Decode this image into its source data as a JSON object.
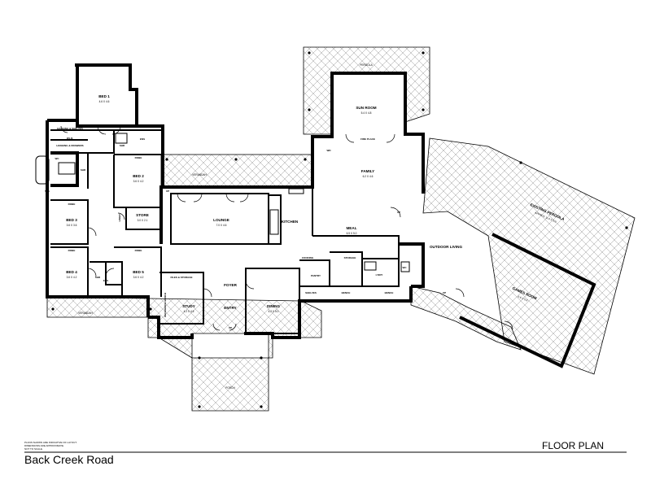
{
  "title_block": {
    "floor_plan": "FLOOR PLAN",
    "address": "Back Creek Road",
    "notes": [
      "PLANS SHOWN ARE INDICATIVE OF LAYOUT.",
      "DIMENSIONS ARE APPROXIMATE.",
      "NOT TO SCALE."
    ]
  },
  "rooms": {
    "bed1": {
      "name": "BED 1",
      "dims": "4.6 X 4.6"
    },
    "ens1": {
      "name": "ENS"
    },
    "wir": {
      "name": "W.I.R."
    },
    "hanging_shelves": {
      "name": "HANGING & SHELVES"
    },
    "hanging_drawers": {
      "name": "HANGING & DRAWERS"
    },
    "wc": {
      "name": "WC"
    },
    "bath": {
      "name": "BATH"
    },
    "spa": {
      "name": "SPA"
    },
    "shr1": {
      "name": "SHR"
    },
    "shr2": {
      "name": "SHR"
    },
    "shr3": {
      "name": "SHR"
    },
    "robe_bed2": {
      "name": "ROBE"
    },
    "bed2": {
      "name": "BED 2",
      "dims": "3.6 X 4.2"
    },
    "robe_bed3": {
      "name": "ROBE"
    },
    "bed3": {
      "name": "BED 3",
      "dims": "3.6 X 3.6"
    },
    "store": {
      "name": "STORE",
      "dims": "3.0 X 2.1"
    },
    "linen": {
      "name": "LINEN"
    },
    "robe_bed4": {
      "name": "ROBE"
    },
    "robe_bed5": {
      "name": "ROBE"
    },
    "bed4": {
      "name": "BED 4",
      "dims": "3.6 X 4.2"
    },
    "ens2": {
      "name": "ENS"
    },
    "bed5": {
      "name": "BED 5",
      "dims": "3.6 X 4.2"
    },
    "verandah_top": {
      "name": "VERANDAH"
    },
    "verandah_bottom": {
      "name": "VERANDAH"
    },
    "lounge": {
      "name": "LOUNGE",
      "dims": "7.0 X 4.6"
    },
    "kitchen": {
      "name": "KITCHEN"
    },
    "files_storage": {
      "name": "FILES & STORAGE"
    },
    "reference_bench": {
      "name": "REFERENCE BENCH"
    },
    "study": {
      "name": "STUDY",
      "dims": "4.2 X 4.5"
    },
    "foyer": {
      "name": "FOYER"
    },
    "entry": {
      "name": "ENTRY"
    },
    "dining": {
      "name": "DINING",
      "dims": "4.2 X 5.0"
    },
    "porch": {
      "name": "PORCH"
    },
    "pergola": {
      "name": "PERGOLA"
    },
    "sun_room": {
      "name": "SUN ROOM",
      "dims": "5.4 X 4.8"
    },
    "fire_place": {
      "name": "FIRE PLACE"
    },
    "wd": {
      "name": "WD"
    },
    "family": {
      "name": "FAMILY",
      "dims": "6.2 X 4.6"
    },
    "meal": {
      "name": "MEAL",
      "dims": "6.5 X 5.0"
    },
    "cooking": {
      "name": "COOKING"
    },
    "pantry": {
      "name": "PANTRY"
    },
    "shelves": {
      "name": "SHELVES"
    },
    "storage": {
      "name": "STORAGE"
    },
    "bench1": {
      "name": "BENCH"
    },
    "bench2": {
      "name": "BENCH"
    },
    "ldry": {
      "name": "L'DRY"
    },
    "wc2": {
      "name": "WC"
    },
    "outdoor_living": {
      "name": "OUTDOOR LIVING"
    },
    "existing_pergola": {
      "name": "EXISTING PERGOLA",
      "dims": "APPROX 11.0 X 5.0"
    },
    "games_room": {
      "name": "GAMES ROOM",
      "dims": "6.6 X 5.6"
    }
  },
  "markers": {
    "up1": "UP",
    "up2": "UP",
    "up3": "UP",
    "up4": "UP"
  }
}
